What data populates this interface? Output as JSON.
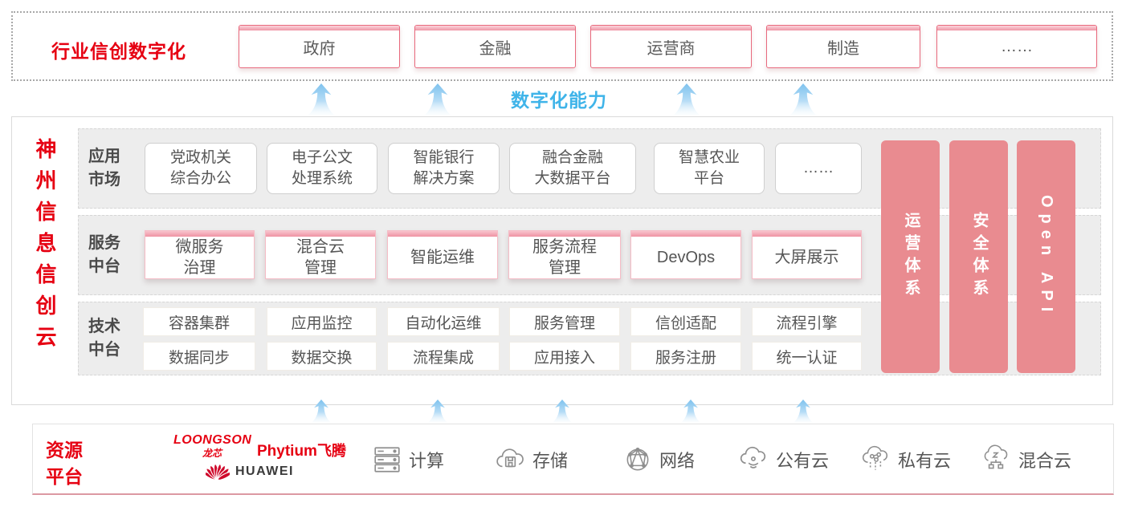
{
  "colors": {
    "accent_red": "#e60012",
    "box_border_red": "#e8697d",
    "side_bar_pink": "#e98b90",
    "capability_blue": "#3fb4e9",
    "row_gray": "#ededed"
  },
  "top": {
    "label": "行业信创数字化",
    "items": [
      "政府",
      "金融",
      "运营商",
      "制造",
      "……"
    ]
  },
  "capability": {
    "label": "数字化能力"
  },
  "main": {
    "title": "神州信息信创云",
    "app_row": {
      "label": "应用\n市场",
      "items": [
        "党政机关\n综合办公",
        "电子公文\n处理系统",
        "智能银行\n解决方案",
        "融合金融\n大数据平台",
        "智慧农业\n平台",
        "……"
      ]
    },
    "service_row": {
      "label": "服务\n中台",
      "items": [
        "微服务\n治理",
        "混合云\n管理",
        "智能运维",
        "服务流程\n管理",
        "DevOps",
        "大屏展示"
      ]
    },
    "tech_row": {
      "label": "技术\n中台",
      "row1": [
        "容器集群",
        "应用监控",
        "自动化运维",
        "服务管理",
        "信创适配",
        "流程引擎"
      ],
      "row2": [
        "数据同步",
        "数据交换",
        "流程集成",
        "应用接入",
        "服务注册",
        "统一认证"
      ]
    },
    "side_bars": [
      "运营体系",
      "安全体系",
      "Open API"
    ]
  },
  "resource": {
    "label": "资源\n平台",
    "logos": {
      "loongson": "LOONGSON",
      "loongson_sub": "龙芯",
      "phytium": "Phytium",
      "phytium_sub": "飞腾",
      "huawei": "HUAWEI"
    },
    "items": [
      {
        "icon": "compute-icon",
        "label": "计算"
      },
      {
        "icon": "storage-icon",
        "label": "存储"
      },
      {
        "icon": "network-icon",
        "label": "网络"
      },
      {
        "icon": "public-cloud-icon",
        "label": "公有云"
      },
      {
        "icon": "private-cloud-icon",
        "label": "私有云"
      },
      {
        "icon": "hybrid-cloud-icon",
        "label": "混合云"
      }
    ]
  }
}
